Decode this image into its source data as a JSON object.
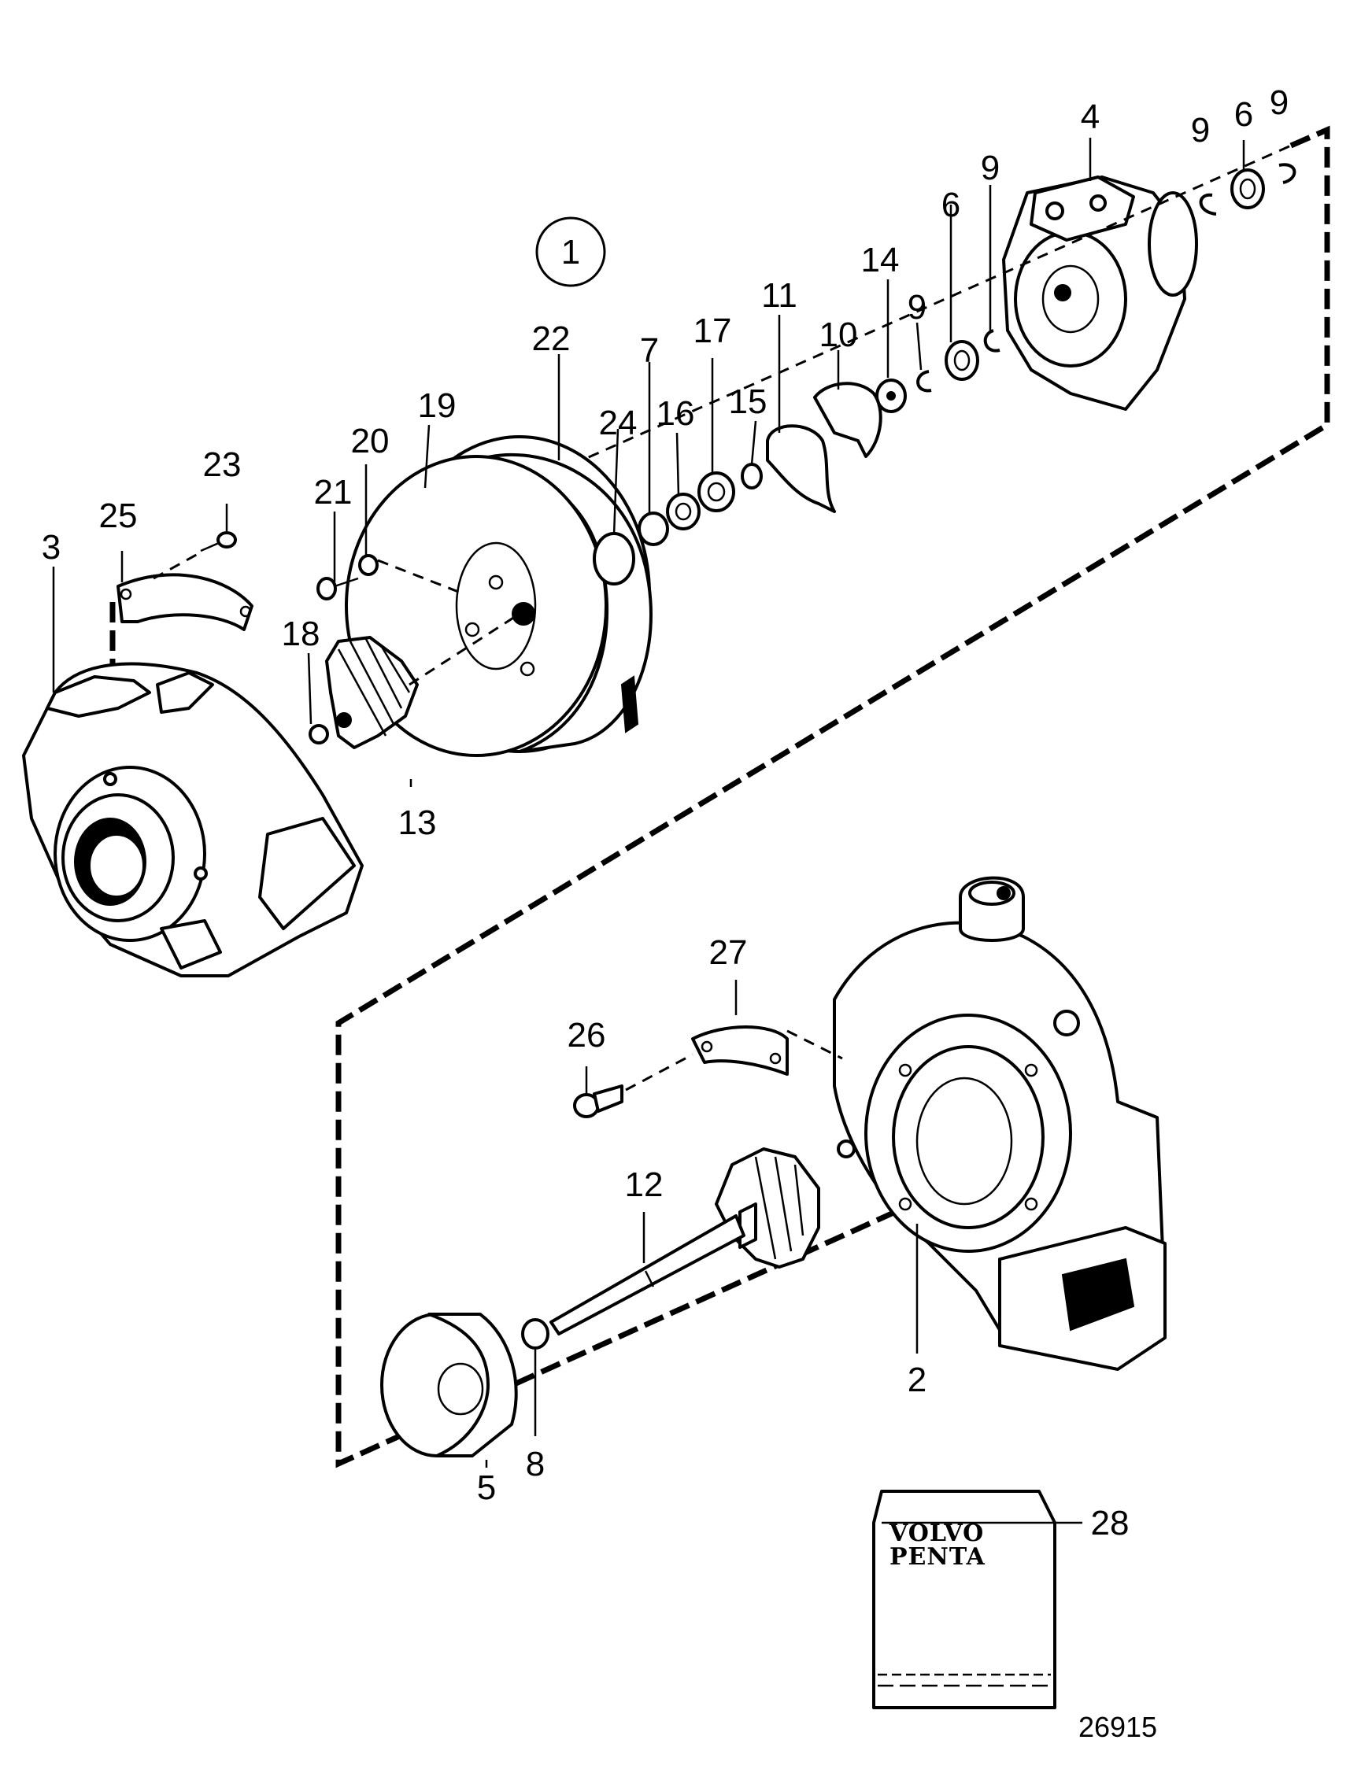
{
  "assembly_number": "1",
  "doc_number": "26915",
  "logo": {
    "line1": "VOLVO",
    "line2": "PENTA"
  },
  "callouts": {
    "c2": "2",
    "c3": "3",
    "c4": "4",
    "c5": "5",
    "c6a": "6",
    "c6b": "6",
    "c7": "7",
    "c8": "8",
    "c9a": "9",
    "c9b": "9",
    "c9c": "9",
    "c9d": "9",
    "c10": "10",
    "c11": "11",
    "c12": "12",
    "c13": "13",
    "c14": "14",
    "c15": "15",
    "c16": "16",
    "c17": "17",
    "c18": "18",
    "c19": "19",
    "c20": "20",
    "c21": "21",
    "c22": "22",
    "c23": "23",
    "c24": "24",
    "c25": "25",
    "c26": "26",
    "c27": "27",
    "c28": "28"
  }
}
